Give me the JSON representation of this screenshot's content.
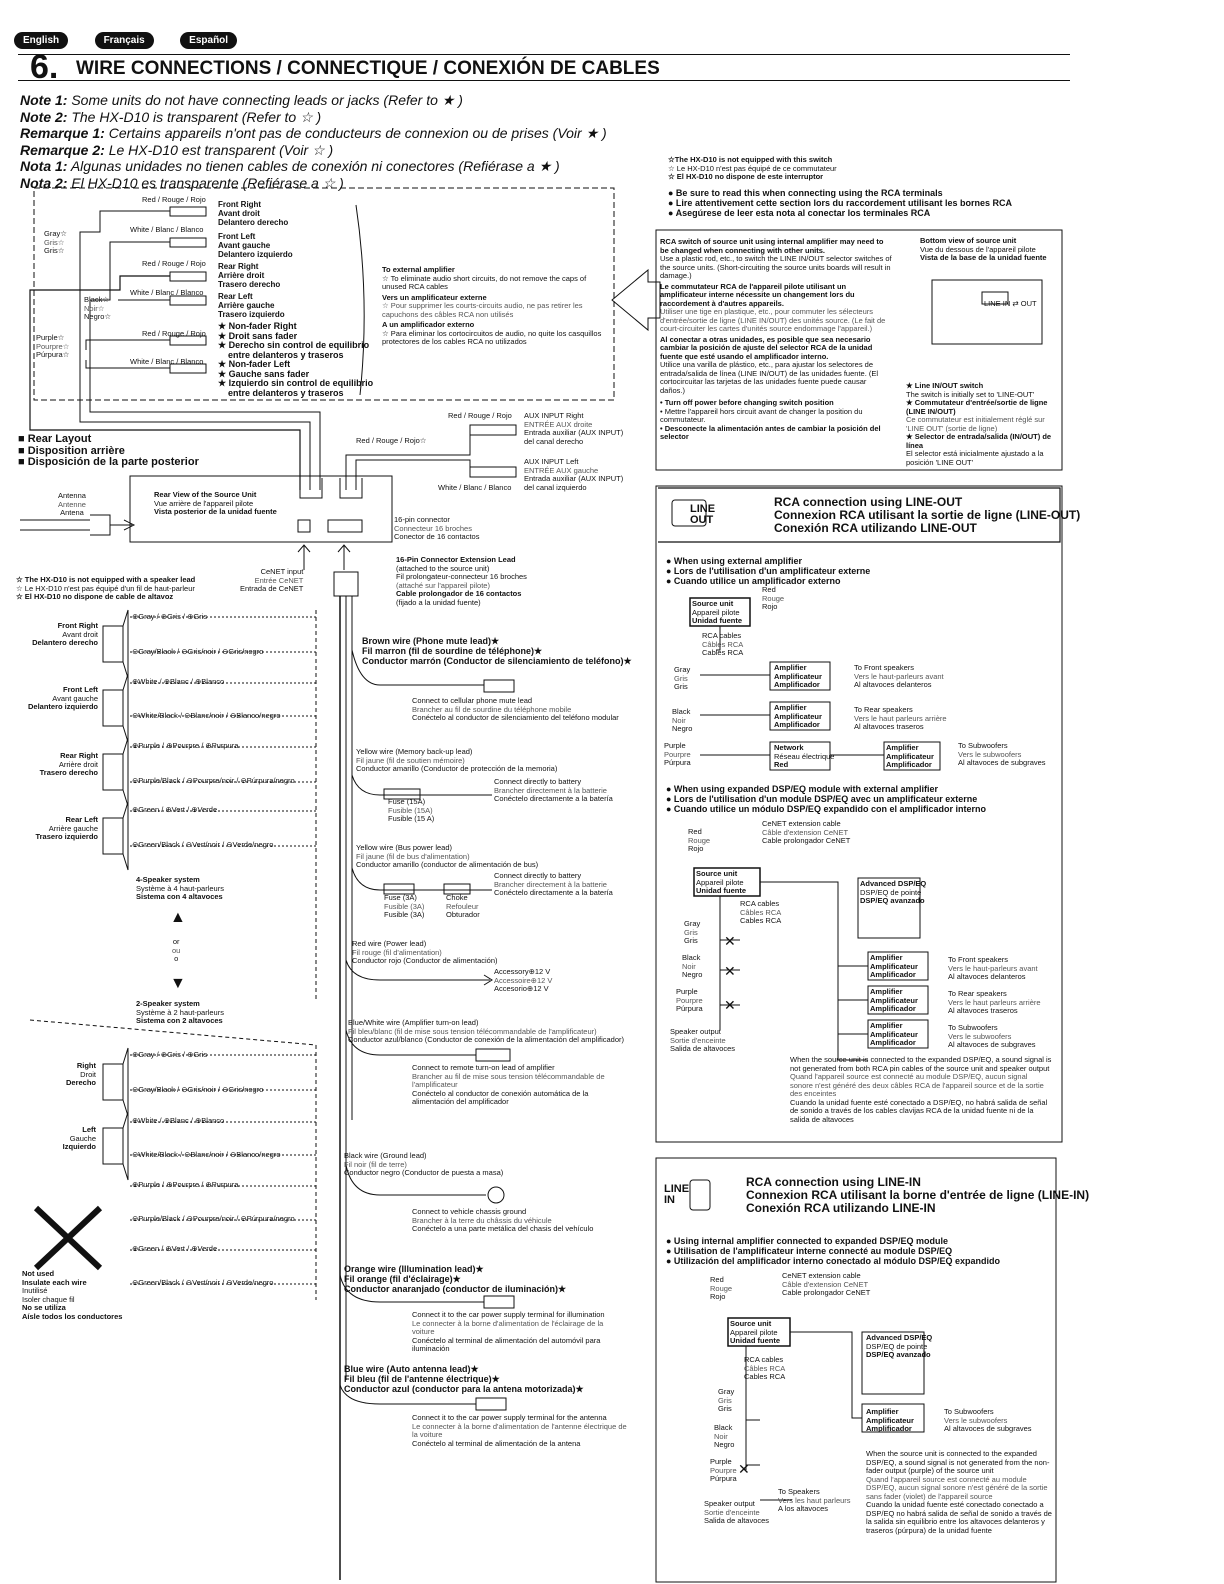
{
  "tabs": {
    "english": "English",
    "francais": "Français",
    "espanol": "Español"
  },
  "header": {
    "number": "6.",
    "title": "WIRE CONNECTIONS / CONNECTIQUE / CONEXIÓN DE CABLES"
  },
  "notes": [
    {
      "label": "Note 1:",
      "text": "Some units do not have connecting leads or jacks (Refer to ★ )"
    },
    {
      "label": "Note 2:",
      "text": "The HX-D10 is transparent (Refer to ☆ )"
    },
    {
      "label": "Remarque 1:",
      "text": "Certains appareils n'ont pas de conducteurs de connexion ou de prises (Voir ★ )"
    },
    {
      "label": "Remarque 2:",
      "text": "Le HX-D10 est transparent (Voir ☆ )"
    },
    {
      "label": "Nota 1:",
      "text": "Algunas unidades no tienen cables de conexión ni conectores (Refiérase a ★ )"
    },
    {
      "label": "Nota 2:",
      "text": "El HX-D10 es transparente (Refiérase a ☆ )"
    }
  ],
  "top_left": {
    "red1": "Red / Rouge / Rojo",
    "front_right": "Front Right",
    "avant_droit": "Avant droit",
    "delantero_derecho": "Delantero derecho",
    "gray": "Gray☆",
    "gris_fr": "Gris☆",
    "gris_es": "Gris☆",
    "white1": "White / Blanc / Blanco",
    "front_left": "Front Left",
    "avant_gauche": "Avant gauche",
    "delantero_izquierdo": "Delantero izquierdo",
    "red2": "Red / Rouge / Rojo",
    "rear_right": "Rear Right",
    "arriere_droit": "Arrière droit",
    "trasero_derecho": "Trasero derecho",
    "white2": "White / Blanc / Blanco",
    "black": "Black☆",
    "noir": "Noir☆",
    "negro": "Negro☆",
    "rear_left": "Rear Left",
    "arriere_gauche": "Arrière gauche",
    "trasero_izquierdo": "Trasero izquierdo",
    "purple": "Purple☆",
    "pourpre": "Pourpre☆",
    "purpura": "Púrpura☆",
    "red3": "Red / Rouge / Rojo",
    "white3": "White / Blanc / Blanco",
    "nf1": "★ Non-fader Right",
    "nf2": "★ Droit sans fader",
    "nf3": "★ Derecho sin control de equilibrio",
    "nf3b": "entre delanteros y traseros",
    "nf4": "★ Non-fader Left",
    "nf5": "★ Gauche sans fader",
    "nf6": "★ Izquierdo sin control de equilibrio",
    "nf6b": "entre delanteros y traseros",
    "ext_amp": "To external amplifier",
    "ext_amp_note": "☆ To eliminate audio short circuits, do not remove the caps of unused RCA cables",
    "ext_amp_fr": "Vers un amplificateur externe",
    "ext_amp_fr_note": "☆ Pour supprimer les courts-circuits audio, ne pas retirer les capuchons des câbles RCA non utilisés",
    "ext_amp_es": "A un amplificador externo",
    "ext_amp_es_note": "☆ Para eliminar los cortocircuitos de audio, no quite los casquillos protectores de los cables RCA no utilizados"
  },
  "rear_layout": {
    "en": "■ Rear Layout",
    "fr": "■ Disposition arrière",
    "es": "■ Disposición de la parte posterior"
  },
  "aux": {
    "red": "Red / Rouge / Rojo",
    "red_star": "Red / Rouge / Rojo☆",
    "r1": "AUX INPUT Right",
    "r2": "ENTRÉE AUX droite",
    "r3": "Entrada auxiliar (AUX INPUT)",
    "r4": "del canal derecho",
    "l1": "AUX INPUT Left",
    "l2": "ENTRÉE AUX gauche",
    "l3": "Entrada auxiliar (AUX INPUT)",
    "l4": "del canal izquierdo",
    "white": "White / Blanc / Blanco"
  },
  "source_unit": {
    "antenna": "Antenna",
    "antenne": "Antenne",
    "antena": "Antena",
    "rv1": "Rear View of the Source Unit",
    "rv2": "Vue arrière de l'appareil pilote",
    "rv3": "Vista posterior de la unidad fuente",
    "p16a": "16-pin connector",
    "p16b": "Connecteur 16 broches",
    "p16c": "Conector de 16 contactos",
    "cenet1": "CeNET input",
    "cenet2": "Entrée CeNET",
    "cenet3": "Entrada de CeNET",
    "ext1": "16-Pin Connector Extension Lead",
    "ext2": "(attached to the source unit)",
    "ext3": "Fil prolongateur-connecteur 16 broches",
    "ext4": "(attaché sur l'appareil pilote)",
    "ext5": "Cable prolongador de 16 contactos",
    "ext6": "(fijado a la unidad fuente)"
  },
  "hx_note": {
    "a": "☆ The HX-D10 is not equipped with a speaker lead",
    "b": "☆ Le HX-D10 n'est pas équipé d'un fil de haut-parleur",
    "c": "☆ El HX-D10 no dispone de cable de altavoz"
  },
  "speakers4": [
    {
      "n1": "Front Right",
      "n2": "Avant droit",
      "n3": "Delantero derecho",
      "p": "⊕Gray / ⊕Gris / ⊕Gris",
      "m": "⊖Gray/Black / ⊖Gris/noir / ⊖Gris/negro"
    },
    {
      "n1": "Front Left",
      "n2": "Avant gauche",
      "n3": "Delantero izquierdo",
      "p": "⊕White / ⊕Blanc / ⊕Blanco",
      "m": "⊖White/Black / ⊖Blanc/noir / ⊖Blanco/negro"
    },
    {
      "n1": "Rear Right",
      "n2": "Arrière droit",
      "n3": "Trasero derecho",
      "p": "⊕Purple / ⊕Pourpre / ⊕Purpura",
      "m": "⊖Purple/Black / ⊖Pourpre/noir / ⊖Púrpura/negro"
    },
    {
      "n1": "Rear Left",
      "n2": "Arrière gauche",
      "n3": "Trasero izquierdo",
      "p": "⊕Green / ⊕Vert / ⊕Verde",
      "m": "⊖Green/Black / ⊖Vert/noir / ⊖Verde/negro"
    }
  ],
  "sys4": {
    "a": "4-Speaker system",
    "b": "Système à 4 haut-parleurs",
    "c": "Sistema con 4 altavoces"
  },
  "or": {
    "a": "or",
    "b": "ou",
    "c": "o"
  },
  "sys2": {
    "a": "2-Speaker system",
    "b": "Système à 2 haut-parleurs",
    "c": "Sistema con 2 altavoces"
  },
  "speakers2": [
    {
      "n1": "Right",
      "n2": "Droit",
      "n3": "Derecho",
      "p": "⊕Gray / ⊕Gris / ⊕Gris",
      "m": "⊖Gray/Black / ⊖Gris/noir / ⊖Gris/negro"
    },
    {
      "n1": "Left",
      "n2": "Gauche",
      "n3": "Izquierdo",
      "p": "⊕White / ⊕Blanc / ⊕Blanco",
      "m": "⊖White/Black / ⊖Blanc/noir / ⊖Blanco/negro"
    }
  ],
  "unused": {
    "p1": "⊕Purple / ⊕Pourpre / ⊕Purpura",
    "m1": "⊖Purple/Black / ⊖Pourpre/noir / ⊖Púrpura/negro",
    "p2": "⊕Green / ⊕Vert / ⊕Verde",
    "m2": "⊖Green/Black / ⊖Vert/noir / ⊖Verde/negro",
    "a": "Not used",
    "b": "Insulate each wire",
    "c": "Inutilisé",
    "d": "Isoler chaque fil",
    "e": "No se utiliza",
    "f": "Aísle todos los conductores"
  },
  "wires": {
    "brown1": "Brown wire (Phone mute lead)★",
    "brown2": "Fil marron (fil de sourdine de téléphone)★",
    "brown3": "Conductor marrón (Conductor de silenciamiento de teléfono)★",
    "brown_c1": "Connect to cellular phone mute lead",
    "brown_c2": "Brancher au fil de sourdine du téléphone mobile",
    "brown_c3": "Conéctelo al conductor de silenciamiento del teléfono modular",
    "y1": "Yellow wire (Memory back-up lead)",
    "y2": "Fil jaune (fil de soutien mémoire)",
    "y3": "Conductor amarillo (Conductor de protección de la memoria)",
    "fuse15a": "Fuse (15A)",
    "fuse15b": "Fusible (15A)",
    "fuse15c": "Fusible (15 A)",
    "bat1": "Connect directly to battery",
    "bat2": "Brancher directement à la batterie",
    "bat3": "Conéctelo directamente a la batería",
    "yb1": "Yellow wire (Bus power lead)",
    "yb2": "Fil jaune (fil de bus d'alimentation)",
    "yb3": "Conductor amarillo (conductor de alimentación de bus)",
    "fuse3a": "Fuse (3A)",
    "fuse3b": "Fusible (3A)",
    "fuse3c": "Fusible (3A)",
    "choke1": "Choke",
    "choke2": "Refouleur",
    "choke3": "Obturador",
    "red1": "Red wire (Power lead)",
    "red2": "Fil rouge (fil d'alimentation)",
    "red3": "Conductor rojo (Conductor de alimentación)",
    "acc1": "Accessory⊕12 V",
    "acc2": "Accessoire⊕12 V",
    "acc3": "Accesorio⊕12 V",
    "bw1": "Blue/White wire (Amplifier turn-on lead)",
    "bw2": "Fil bleu/blanc (fil de mise sous tension télécommandable de l'amplificateur)",
    "bw3": "Conductor azul/blanco (Conductor de conexión de la alimentación del amplificador)",
    "bw_c1": "Connect to remote turn-on lead of amplifier",
    "bw_c2": "Brancher au fil de mise sous tension télécommandable de l'amplificateur",
    "bw_c3": "Conéctelo al conductor de conexión automática de la alimentación del amplificador",
    "bk1": "Black wire (Ground lead)",
    "bk2": "Fil noir (fil de terre)",
    "bk3": "Conductor negro (Conductor de puesta a masa)",
    "bk_c1": "Connect to vehicle chassis ground",
    "bk_c2": "Brancher à la terre du châssis du véhicule",
    "bk_c3": "Conéctelo a una parte metálica del chasis del vehículo",
    "or1": "Orange wire (Illumination lead)★",
    "or2": "Fil orange (fil d'éclairage)★",
    "or3": "Conductor anaranjado (conductor de iluminación)★",
    "or_c1": "Connect it to the car power supply terminal for illumination",
    "or_c2": "Le connecter à la borne d'alimentation de l'éclairage de la voiture",
    "or_c3": "Conéctelo al terminal de alimentación del automóvil para iluminación",
    "bl1": "Blue wire (Auto antenna lead)★",
    "bl2": "Fil bleu (fil de l'antenne électrique)★",
    "bl3": "Conductor azul (conductor para la antena motorizada)★",
    "bl_c1": "Connect it to the car power supply terminal for the antenna",
    "bl_c2": "Le connecter à la borne d'alimentation de l'antenne électrique de la voiture",
    "bl_c3": "Conéctelo al terminal de alimentación de la antena"
  },
  "right_top": {
    "hx1": "☆The HX-D10 is not equipped with this switch",
    "hx2": "☆ Le HX-D10 n'est pas équipé de ce commutateur",
    "hx3": "☆ El HX-D10 no dispone de este interruptor",
    "b1": "● Be sure to read this when connecting using the RCA terminals",
    "b2": "● Lire attentivement cette section lors du raccordement utilisant les bornes RCA",
    "b3": "● Asegúrese de leer esta nota al conectar los terminales RCA"
  },
  "rca_switch": {
    "en_h": "RCA switch of source unit using internal amplifier may need to be changed when connecting with other units.",
    "en": "Use a plastic rod, etc., to switch the LINE IN/OUT selector switches of the source units. (Short-circuiting the source units boards will result in damage.)",
    "fr_h": "Le commutateur RCA de l'appareil pilote utilisant un amplificateur interne nécessite un changement lors du raccordement à d'autres appareils.",
    "fr": "Utiliser une tige en plastique, etc., pour commuter les sélecteurs d'entrée/sortie de ligne (LINE IN/OUT) des unités source. (Le fait de court-circuiter les cartes d'unités source endommage l'appareil.)",
    "es_h": "Al conectar a otras unidades, es posible que sea necesario cambiar la posición de ajuste del selector RCA de la unidad fuente que esté usando el amplificador interno.",
    "es": "Utilice una varilla de plástico, etc., para ajustar los selectores de entrada/salida de línea (LINE IN/OUT) de las unidades fuente. (El cortocircuitar las tarjetas de las unidades fuente puede causar daños.)",
    "t1": "• Turn off power before changing switch position",
    "t2": "• Mettre l'appareil hors circuit avant de changer la position du commutateur.",
    "t3": "• Desconecte la alimentación antes de cambiar la posición del selector",
    "bv1": "Bottom view of source unit",
    "bv2": "Vue du dessous de l'appareil pilote",
    "bv3": "Vista de la base de la unidad fuente",
    "line": "LINE",
    "in": "IN",
    "out": "OUT",
    "s1": "★ Line IN/OUT switch",
    "s1b": "The switch is initially set to 'LINE-OUT'",
    "s2": "★ Commutateur d'entrée/sortie de ligne (LINE IN/OUT)",
    "s2b": "Ce commutateur est initialement réglé sur 'LINE OUT' (sortie de ligne)",
    "s3": "★ Selector de entrada/salida (IN/OUT) de línea",
    "s3b": "El selector está inicialmente ajustado a la posición 'LINE OUT'"
  },
  "lineout": {
    "t1": "RCA connection using LINE-OUT",
    "t2": "Connexion RCA utilisant la sortie de ligne (LINE-OUT)",
    "t3": "Conexión RCA utilizando LINE-OUT",
    "line": "LINE",
    "out": "OUT",
    "e1": "● When using external amplifier",
    "e2": "● Lors de l'utilisation d'un amplificateur externe",
    "e3": "● Cuando utilice un amplificador externo",
    "red1": "Red",
    "red2": "Rouge",
    "red3": "Rojo",
    "su1": "Source unit",
    "su2": "Appareil pilote",
    "su3": "Unidad fuente",
    "rca1": "RCA cables",
    "rca2": "Câbles RCA",
    "rca3": "Cables RCA",
    "gray1": "Gray",
    "gray2": "Gris",
    "gray3": "Gris",
    "black1": "Black",
    "black2": "Noir",
    "black3": "Negro",
    "purple1": "Purple",
    "purple2": "Pourpre",
    "purple3": "Púrpura",
    "amp1": "Amplifier",
    "amp2": "Amplificateur",
    "amp3": "Amplificador",
    "net1": "Network",
    "net2": "Réseau électrique",
    "net3": "Red",
    "fs1": "To Front speakers",
    "fs2": "Vers le haut-parleurs avant",
    "fs3": "Al altavoces delanteros",
    "rs1": "To Rear speakers",
    "rs2": "Vers le haut parleurs arrière",
    "rs3": "Al altavoces traseros",
    "sw1": "To Subwoofers",
    "sw2": "Vers le subwoofers",
    "sw3": "Al altavoces de subgraves",
    "d1": "● When using expanded DSP/EQ module with external amplifier",
    "d2": "● Lors de l'utilisation d'un module DSP/EQ avec un amplificateur externe",
    "d3": "● Cuando utilice un módulo DSP/EQ expandido con el amplificador interno",
    "ce1": "CeNET extension cable",
    "ce2": "Câble d'extension CeNET",
    "ce3": "Cable prolongador CeNET",
    "adv1": "Advanced DSP/EQ",
    "adv2": "DSP/EQ de pointe",
    "adv3": "DSP/EQ avanzado",
    "so1": "Speaker output",
    "so2": "Sortie d'enceinte",
    "so3": "Salida de altavoces",
    "n1": "When the source unit is connected to the expanded DSP/EQ, a sound signal is not generated from both RCA pin cables of the source unit and speaker output",
    "n2": "Quand l'appareil source est connecté au module DSP/EQ, aucun signal sonore n'est généré des deux câbles RCA de l'appareil source et de la sortie des enceintes",
    "n3": "Cuando la unidad fuente esté conectado a DSP/EQ, no habrá salida de señal de sonido a través de los cables clavijas RCA de la unidad fuente ni de la salida de altavoces"
  },
  "linein": {
    "t1": "RCA connection using LINE-IN",
    "t2": "Connexion RCA utilisant la borne d'entrée de ligne (LINE-IN)",
    "t3": "Conexión RCA utilizando LINE-IN",
    "line": "LINE",
    "in": "IN",
    "u1": "● Using internal amplifier connected to expanded DSP/EQ module",
    "u2": "● Utilisation de l'amplificateur interne connecté au module DSP/EQ",
    "u3": "● Utilización del amplificador interno conectado al módulo DSP/EQ expandido",
    "ts1": "To Speakers",
    "ts2": "Vers les haut parleurs",
    "ts3": "A los altavoces",
    "n1": "When the source unit is connected to the expanded DSP/EQ, a sound signal is not generated from the non-fader output (purple) of the source unit",
    "n2": "Quand l'appareil source est connecté au module DSP/EQ, aucun signal sonore n'est généré de la sortie sans fader (violet) de l'appareil source",
    "n3": "Cuando la unidad fuente esté conectado conectado a DSP/EQ no habrá salida de señal de sonido a través de la salida sin equilibrio entre los altavoces delanteros y traseros (púrpura) de la unidad fuente"
  }
}
